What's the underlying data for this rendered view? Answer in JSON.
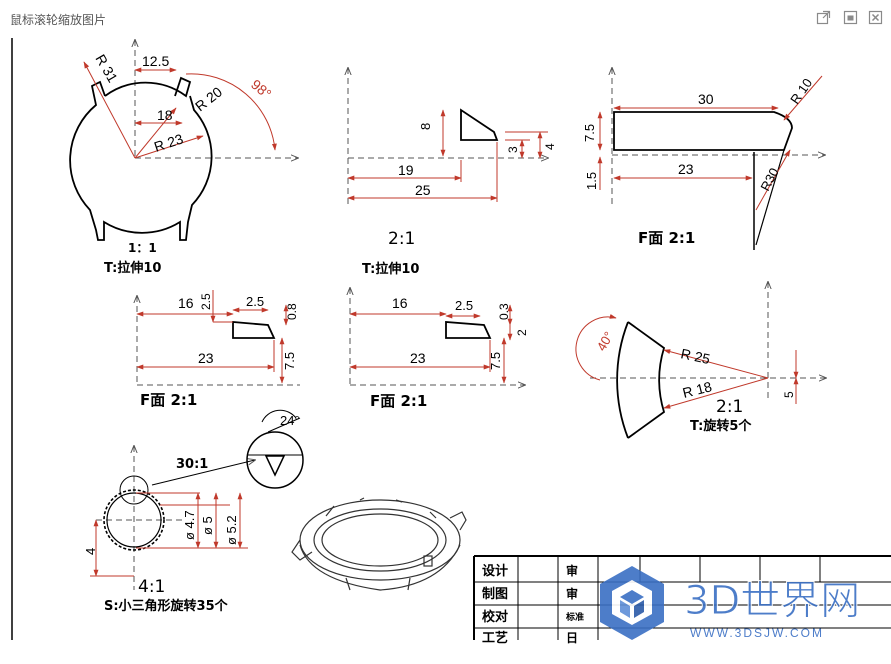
{
  "window": {
    "title": "鼠标滚轮缩放图片",
    "buttons": {
      "open_external": "open-external-icon",
      "maximize": "maximize-icon",
      "close": "close-icon"
    }
  },
  "colors": {
    "dimension": "#c0392b",
    "line": "#000000",
    "watermark_blue": "#3a6fc4"
  },
  "drawing": {
    "view1": {
      "scale": "1：1",
      "caption": "T:拉伸10",
      "dims": {
        "r31": "R 31",
        "w12_5": "12.5",
        "r20": "R 20",
        "a98": "98°",
        "w18": "18",
        "r23": "R 23"
      }
    },
    "view2": {
      "scale": "2:1",
      "caption": "T:拉伸10",
      "dims": {
        "h8": "8",
        "w19": "19",
        "w25": "25",
        "h3": "3",
        "h4": "4"
      }
    },
    "view3": {
      "caption": "F面 2:1",
      "dims": {
        "w30": "30",
        "r10": "R 10",
        "h7_5": "7.5",
        "h1_5": "1.5",
        "w23": "23",
        "r30": "R30"
      }
    },
    "view4": {
      "caption": "F面 2:1",
      "dims": {
        "w16": "16",
        "h2_5": "2.5",
        "w2_5": "2.5",
        "h0_8": "0.8",
        "w23": "23",
        "h7_5": "7.5"
      }
    },
    "view5": {
      "caption": "F面 2:1",
      "dims": {
        "w16": "16",
        "w2_5": "2.5",
        "h0_3": "0.3",
        "h2": "2",
        "w23": "23",
        "h7_5": "7.5"
      }
    },
    "view6": {
      "scale": "2:1",
      "caption": "T:旋转5个",
      "dims": {
        "a40": "40°",
        "r25": "R 25",
        "r18": "R 18",
        "h5": "5"
      }
    },
    "view7": {
      "scale": "4:1",
      "detail_scale": "30:1",
      "detail_angle": "24°",
      "caption": "S:小三角形旋转35个",
      "dims": {
        "h4": "4",
        "d4_7": "ø 4.7",
        "d5": "ø 5",
        "d5_2": "ø 5.2"
      }
    },
    "title_block": {
      "rows": [
        {
          "label": "设计",
          "col2": "审"
        },
        {
          "label": "制图",
          "col2": "审"
        },
        {
          "label": "校对",
          "col2": "标准"
        },
        {
          "label": "工艺",
          "col2": "日"
        }
      ]
    },
    "watermark": {
      "cn": "3D世界网",
      "url": "WWW.3DSJW.COM"
    }
  }
}
